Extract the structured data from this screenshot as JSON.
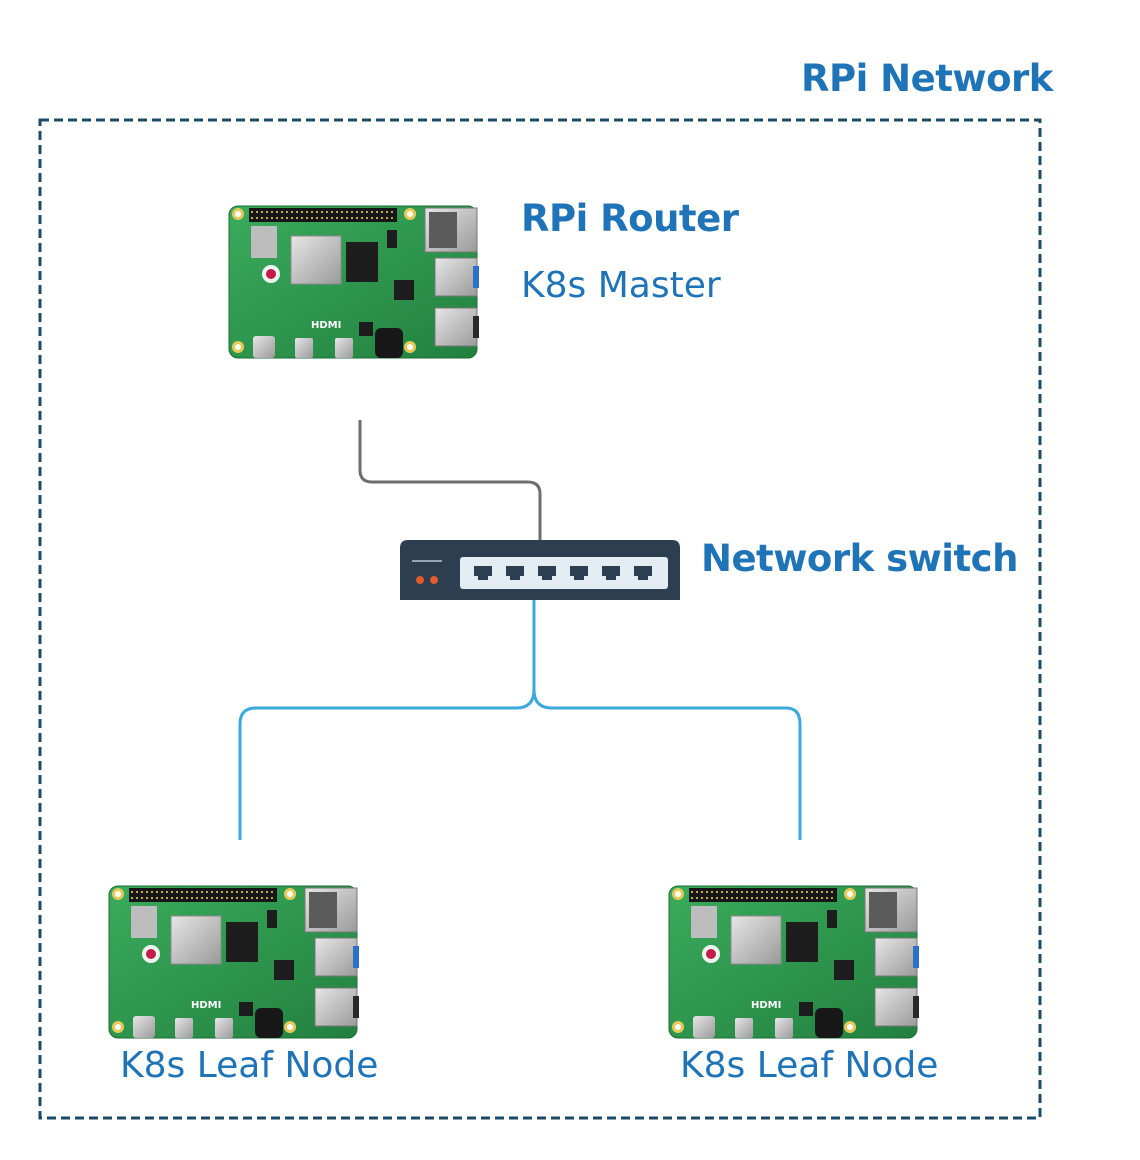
{
  "network": {
    "title": "RPi Network",
    "border_color": "#1c4966"
  },
  "router": {
    "title": "RPi Router",
    "subtitle": "K8s Master"
  },
  "switch": {
    "label": "Network switch",
    "port_count": 6,
    "body_color": "#2d3e50",
    "led_color": "#e35a2b"
  },
  "leaves": [
    {
      "label": "K8s Leaf Node"
    },
    {
      "label": "K8s Leaf Node"
    }
  ],
  "colors": {
    "label": "#1f73b7",
    "uplink_cable": "#6e6e6e",
    "downlink_cable": "#3aa9dc",
    "board_pcb": "#2e9a4e"
  },
  "icons": {
    "board": "raspberry-pi-board-icon",
    "switch": "network-switch-icon"
  }
}
